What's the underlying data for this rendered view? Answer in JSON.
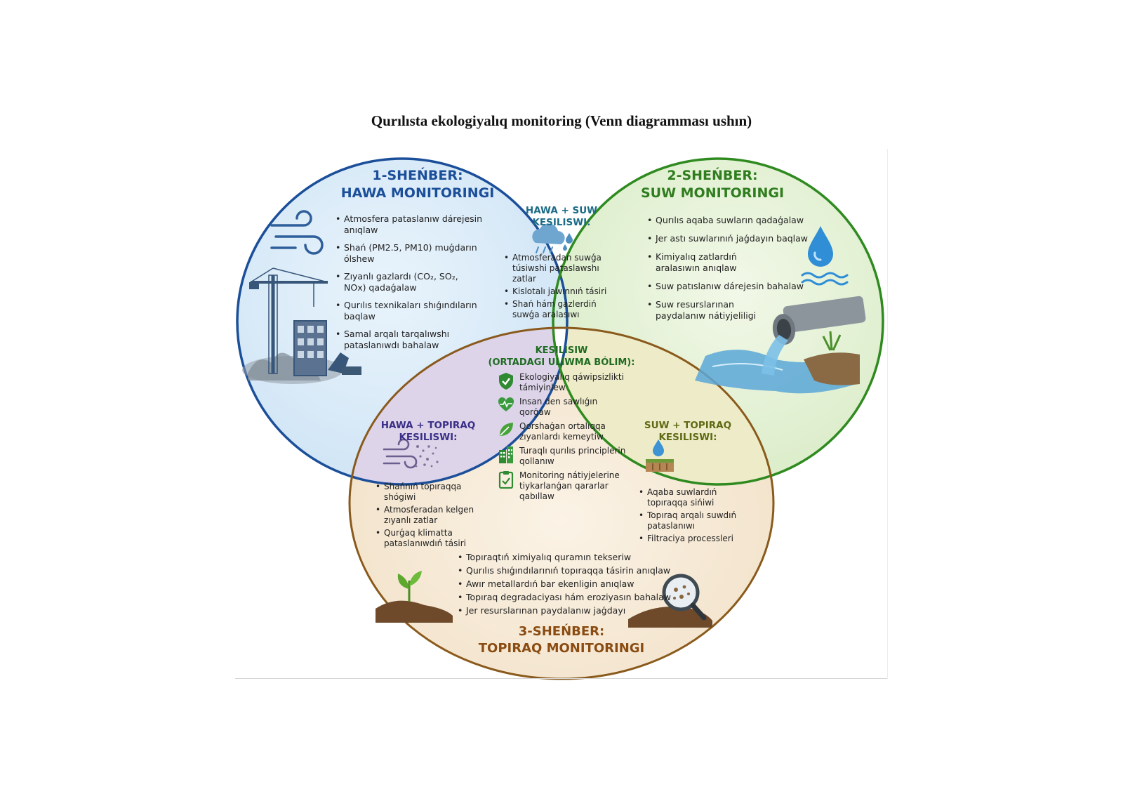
{
  "title": "Qurılısta ekologiyalıq monitoring (Venn diagramması ushın)",
  "colors": {
    "air": "#1b4f9a",
    "water": "#2f7d1e",
    "soil": "#8a4c12",
    "center": "#1f6b22"
  },
  "air": {
    "title_line1": "1-SHEŃBER:",
    "title_line2": "HAWA MONITORINGI",
    "icon": "wind-icon",
    "image": "construction-crane-icon",
    "items": [
      "Atmosfera pataslanıw dárejesin anıqlaw",
      "Shań (PM2.5, PM10) muǵdarın ólshew",
      "Zıyanlı gazlardı (CO₂, SO₂, NOx) qadaǵalaw",
      "Qurılıs texnikaları shıǵındıların baqlaw",
      "Samal arqalı tarqalıwshı pataslanıwdı bahalaw"
    ]
  },
  "water": {
    "title_line1": "2-SHEŃBER:",
    "title_line2": "SUW MONITORINGI",
    "icon": "water-drop-icon",
    "image": "drain-pipe-icon",
    "items": [
      "Qurılıs aqaba suwların qadaǵalaw",
      "Jer astı suwlarınıń jaǵdayın baqlaw",
      "Kimiyalıq zatlardıń aralasıwın anıqlaw",
      "Suw patıslanıw dárejesin bahalaw",
      "Suw resurslarınan paydalanıw nátiyjeliligi"
    ]
  },
  "soil": {
    "title_line1": "3-SHEŃBER:",
    "title_line2": "TOPIRAQ MONITORINGI",
    "icon": "magnifier-icon",
    "image": "sprout-icon",
    "items": [
      "Topıraqtıń ximiyalıq quramın tekseriw",
      "Qurılıs shıǵındılarınıń topıraqqa tásirin anıqlaw",
      "Awır metallardıń bar ekenligin anıqlaw",
      "Topıraq degradaciyası hám eroziyasın bahalaw",
      "Jer resurslarınan paydalanıw jaǵdayı"
    ]
  },
  "air_water": {
    "title_line1": "HAWA + SUW",
    "title_line2": "KESILISWI:",
    "icon": "rain-cloud-icon",
    "items": [
      "Atmosferadan suwǵa túsiwshi pataslawshı zatlar",
      "Kislotalı jawınnıń tásiri",
      "Shań hám gazlerdiń suwǵa aralasıwı"
    ]
  },
  "air_soil": {
    "title_line1": "HAWA + TOPIRAQ",
    "title_line2": "KESILISWI:",
    "icon": "dust-wind-icon",
    "items": [
      "Shańnıń topıraqqa shógiwi",
      "Atmosferadan kelgen zıyanlı zatlar",
      "Qurǵaq klimatta pataslanıwdıń tásiri"
    ]
  },
  "water_soil": {
    "title_line1": "SUW + TOPIRAQ",
    "title_line2": "KESILISWI:",
    "icon": "soil-drop-icon",
    "items": [
      "Aqaba suwlardıń topıraqqa sińiwi",
      "Topıraq arqalı suwdıń pataslanıwı",
      "Filtraciya processleri"
    ]
  },
  "center": {
    "title_line1": "KESILISIW",
    "title_line2": "(ORTADAGI ULÍWMA BÓLIM):",
    "items": [
      {
        "icon": "shield-check-icon",
        "text": "Ekologiyalıq qáwipsizlikti támiyinlew"
      },
      {
        "icon": "heart-pulse-icon",
        "text": "Insan den sawlıǵın qorǵaw"
      },
      {
        "icon": "leaf-icon",
        "text": "Qorshaǵan ortalıqqa zıyanlardı kemeytiw"
      },
      {
        "icon": "buildings-icon",
        "text": "Turaqlı qurılıs principlerin qollanıw"
      },
      {
        "icon": "clipboard-check-icon",
        "text": "Monitoring nátiyjelerine tiykarlanǵan qararlar qabıllaw"
      }
    ]
  }
}
